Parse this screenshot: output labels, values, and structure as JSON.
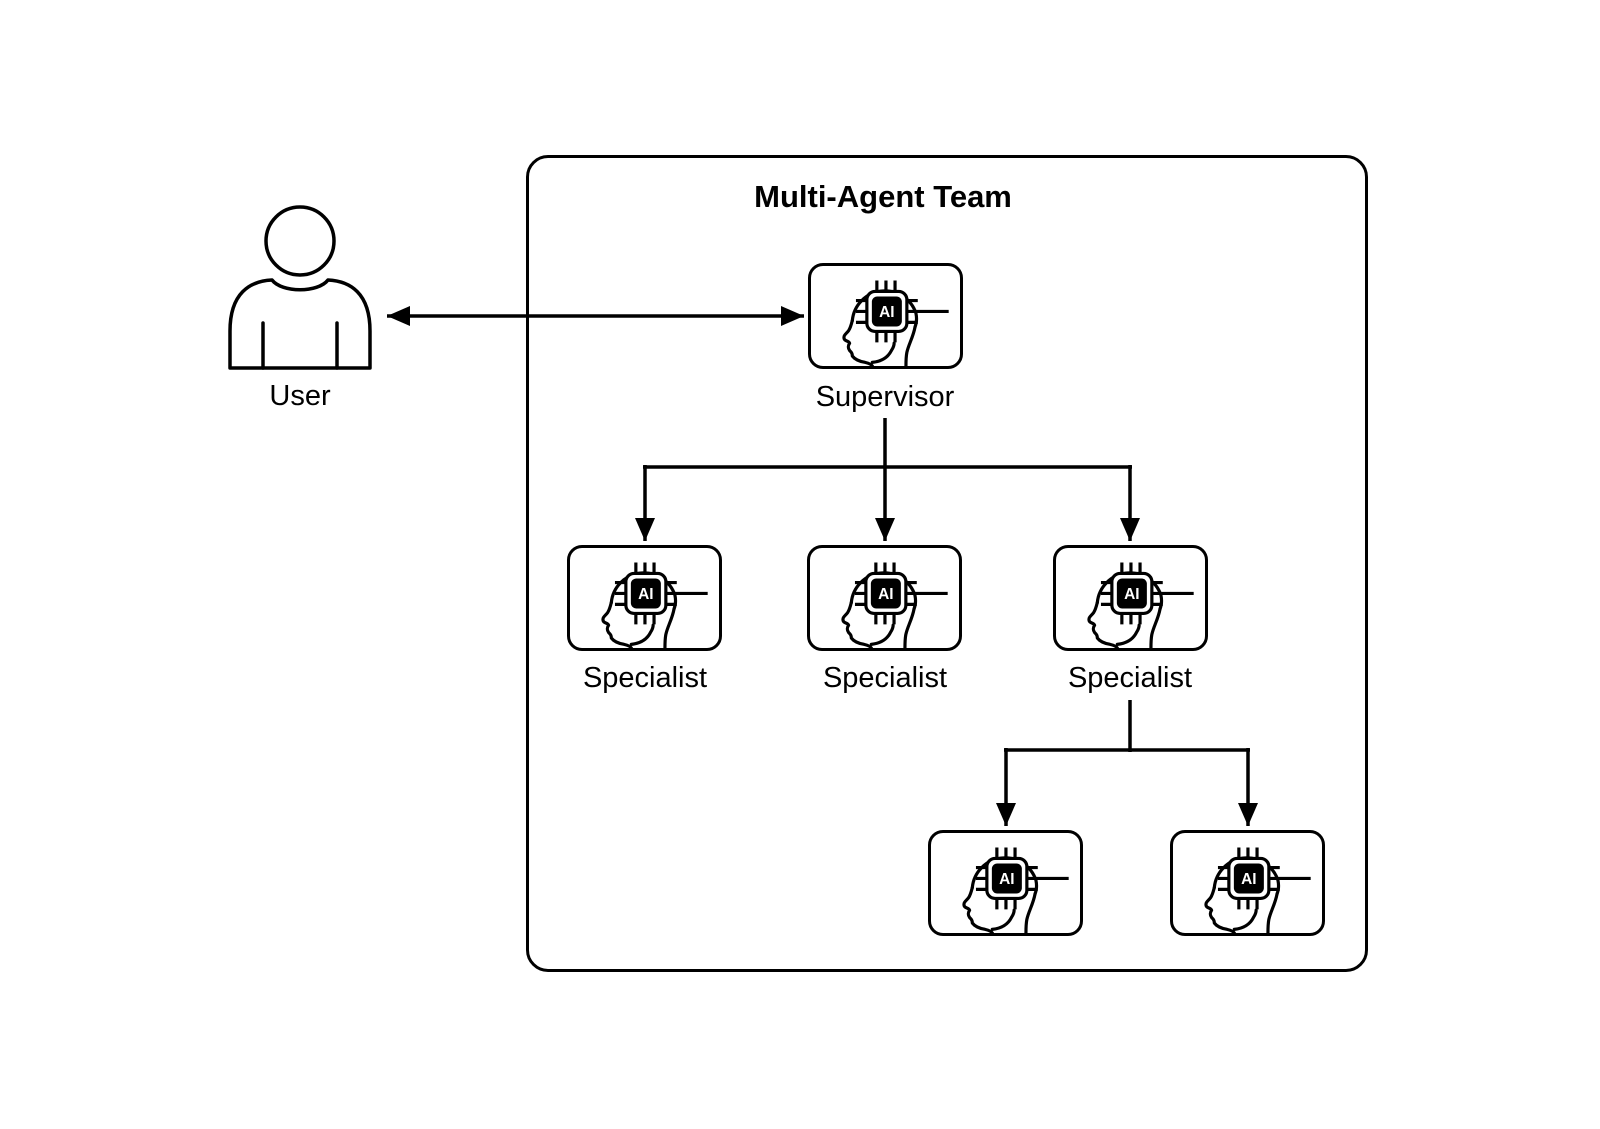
{
  "title": "Multi-Agent Team",
  "colors": {
    "stroke": "#000000",
    "background": "#ffffff",
    "chip_fill": "#000000",
    "chip_text_color": "#ffffff"
  },
  "icons": {
    "agent_icon": "ai-chip-head-icon",
    "user_icon": "person-icon",
    "agent_chip_text": "AI"
  },
  "nodes": {
    "user": {
      "label": "User",
      "icon": "person-icon"
    },
    "supervisor": {
      "label": "Supervisor",
      "icon": "ai-chip-head-icon"
    },
    "specialists": [
      {
        "label": "Specialist",
        "icon": "ai-chip-head-icon"
      },
      {
        "label": "Specialist",
        "icon": "ai-chip-head-icon"
      },
      {
        "label": "Specialist",
        "icon": "ai-chip-head-icon"
      }
    ],
    "sub_agents": [
      {
        "icon": "ai-chip-head-icon"
      },
      {
        "icon": "ai-chip-head-icon"
      }
    ]
  },
  "edges": [
    {
      "from": "user",
      "to": "supervisor",
      "style": "bidirectional-arrow"
    },
    {
      "from": "supervisor",
      "to": "specialist-1",
      "style": "arrow"
    },
    {
      "from": "supervisor",
      "to": "specialist-2",
      "style": "arrow"
    },
    {
      "from": "supervisor",
      "to": "specialist-3",
      "style": "arrow"
    },
    {
      "from": "specialist-3",
      "to": "sub-agent-1",
      "style": "arrow"
    },
    {
      "from": "specialist-3",
      "to": "sub-agent-2",
      "style": "arrow"
    }
  ]
}
